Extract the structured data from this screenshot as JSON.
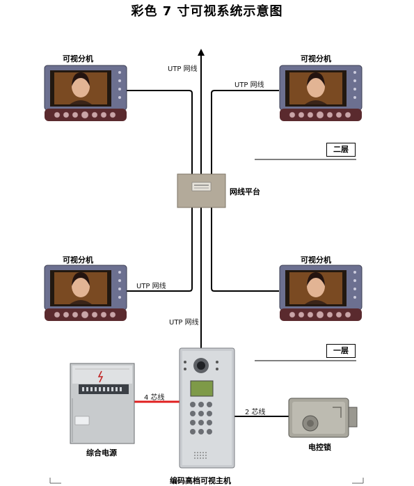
{
  "title": "彩色 7 寸可视系统示意图",
  "monitors": [
    {
      "label": "可视分机"
    },
    {
      "label": "可视分机"
    },
    {
      "label": "可视分机"
    },
    {
      "label": "可视分机"
    }
  ],
  "wires": {
    "top_center": "UTP 网线",
    "top_right": "UTP 网线",
    "mid_left": "UTP 网线",
    "bottom_center": "UTP 网线",
    "power": "4 芯线",
    "lock": "2 芯线"
  },
  "platform": {
    "label": "网线平台"
  },
  "floors": {
    "upper": "二层",
    "lower": "一层"
  },
  "power_supply": {
    "label": "综合电源"
  },
  "lock": {
    "label": "电控锁"
  },
  "main_unit": {
    "label": "编码高档可视主机"
  },
  "colors": {
    "line": "#000000",
    "power_line": "#e02020",
    "monitor_body": "#6a6e8a",
    "monitor_base": "#5a2a2e"
  }
}
